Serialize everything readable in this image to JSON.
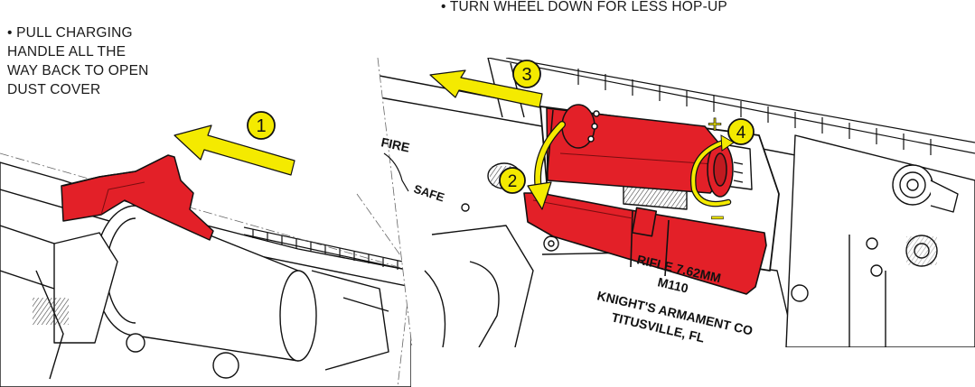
{
  "instructions": {
    "left_lines": [
      "• PULL CHARGING",
      "HANDLE ALL THE",
      "WAY BACK TO OPEN",
      "DUST COVER"
    ],
    "top": "• TURN WHEEL DOWN FOR LESS HOP-UP"
  },
  "steps": {
    "s1": "1",
    "s2": "2",
    "s3": "3",
    "s4": "4"
  },
  "signs": {
    "plus": "+",
    "minus": "−"
  },
  "receiver_markings": {
    "fire": "FIRE",
    "safe": "SAFE",
    "line1": "RIFLE 7.62MM",
    "line2": "M110",
    "line3": "KNIGHT'S ARMAMENT CO",
    "line4": "TITUSVILLE, FL"
  },
  "colors": {
    "part_red": "#e32028",
    "arrow_yellow": "#f4ea00",
    "outline": "#111111",
    "hatch_grey": "#555555"
  }
}
